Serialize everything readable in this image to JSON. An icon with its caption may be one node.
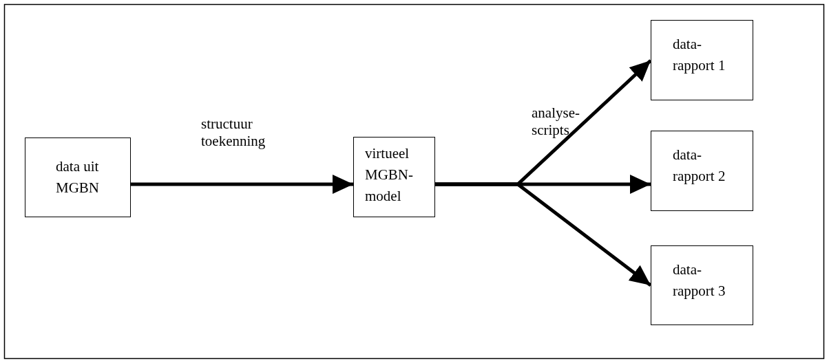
{
  "diagram": {
    "nodes": [
      {
        "text": [
          "data uit MGBN"
        ]
      },
      {
        "text": [
          "virtueel MGBN- model"
        ]
      },
      {
        "text": [
          "data- rapport 1"
        ]
      },
      {
        "text": [
          "data- rapport 2"
        ]
      },
      {
        "text": [
          "data- rapport 3"
        ]
      }
    ],
    "edges": [
      {
        "from": 0,
        "to": 1,
        "arrow": "to",
        "label": "structuur toekenning"
      },
      {
        "from": 1,
        "to": 2,
        "arrow": "to",
        "label": "analyse- scripts"
      },
      {
        "from": 1,
        "to": 3,
        "arrow": "to"
      },
      {
        "from": 1,
        "to": 4,
        "arrow": "to"
      }
    ]
  }
}
